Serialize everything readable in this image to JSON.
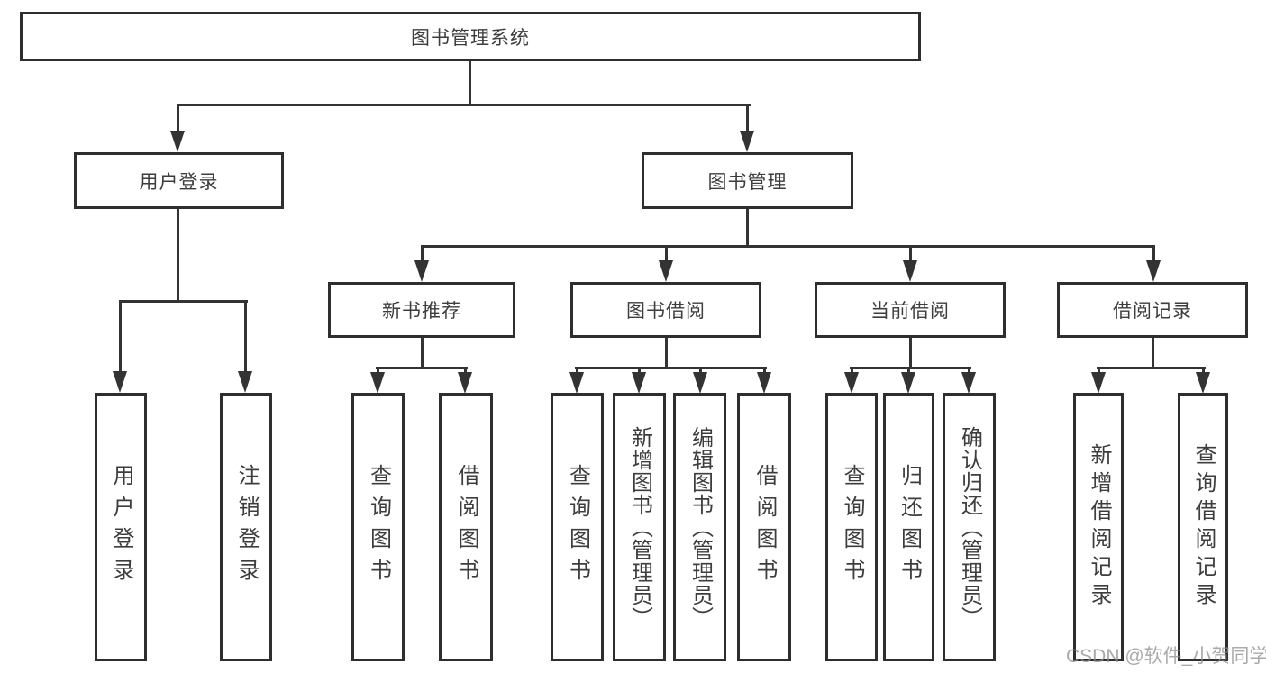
{
  "diagram": {
    "title": "图书管理系统",
    "watermark": "CSDN @软件_小贺同学",
    "level2": {
      "user_login": "用户登录",
      "book_mgmt": "图书管理"
    },
    "level3": {
      "new_book": "新书推荐",
      "book_borrow": "图书借阅",
      "current_borrow": "当前借阅",
      "borrow_record": "借阅记录"
    },
    "leaves": {
      "user_login": "用户登录",
      "logout": "注销登录",
      "nb_query": "查询图书",
      "nb_borrow": "借阅图书",
      "bb_query": "查询图书",
      "bb_add": "新增图书（管理员）",
      "bb_edit": "编辑图书（管理员）",
      "bb_borrow": "借阅图书",
      "cb_query": "查询图书",
      "cb_return": "归还图书",
      "cb_confirm": "确认归还（管理员）",
      "br_add": "新增借阅记录",
      "br_query": "查询借阅记录"
    },
    "colors": {
      "line": "#333333",
      "box_border": "#2e2e2e",
      "text": "#3d3d3d",
      "watermark": "#8c8c8c"
    }
  }
}
